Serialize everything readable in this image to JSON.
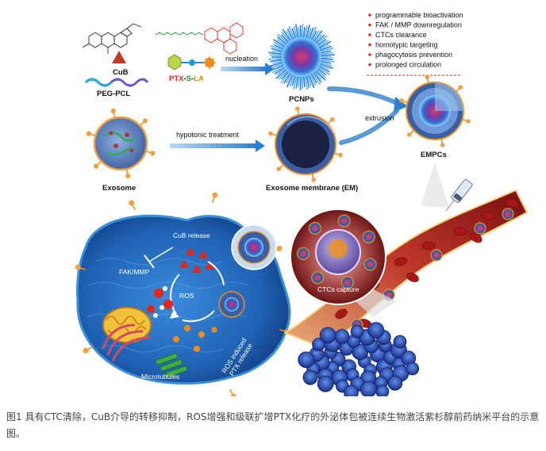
{
  "labels": {
    "cub": "CuB",
    "peg_pcl": "PEG-PCL",
    "ptx": "PTX",
    "s": "S",
    "la": "LA",
    "nucleation": "nucleation",
    "pcnps": "PCNPs",
    "exosome": "Exosome",
    "hypotonic": "hypotonic treatment",
    "em": "Exosome membrane (EM)",
    "extrusion": "extrusion",
    "empcs": "EMPCs",
    "cub_release": "CuB release",
    "fak_mmp": "FAK/MMP",
    "ros": "ROS",
    "ros_induced_1": "ROS induced",
    "ros_induced_2": "PTX release",
    "microtubules": "Microtubules",
    "ctcs_capture": "CTCs capture"
  },
  "features": [
    "programmable bioactivation",
    "FAK / MMP downregulation",
    "CTCs clearance",
    "homotypic targeting",
    "phagocytosis prevention",
    "prolonged circulation"
  ],
  "caption": "图1 具有CTC清除，CuB介导的转移抑制，ROS增强和级联扩增PTX化疗的外泌体包被连续生物激活紫杉醇前药纳米平台的示意图。",
  "colors": {
    "cell_blue": "#1f6fbf",
    "membrane_orange": "#e89020",
    "vessel_red": "#c62828",
    "arrow_blue": "#3a8fd8",
    "bullet_red": "#e0281c"
  }
}
